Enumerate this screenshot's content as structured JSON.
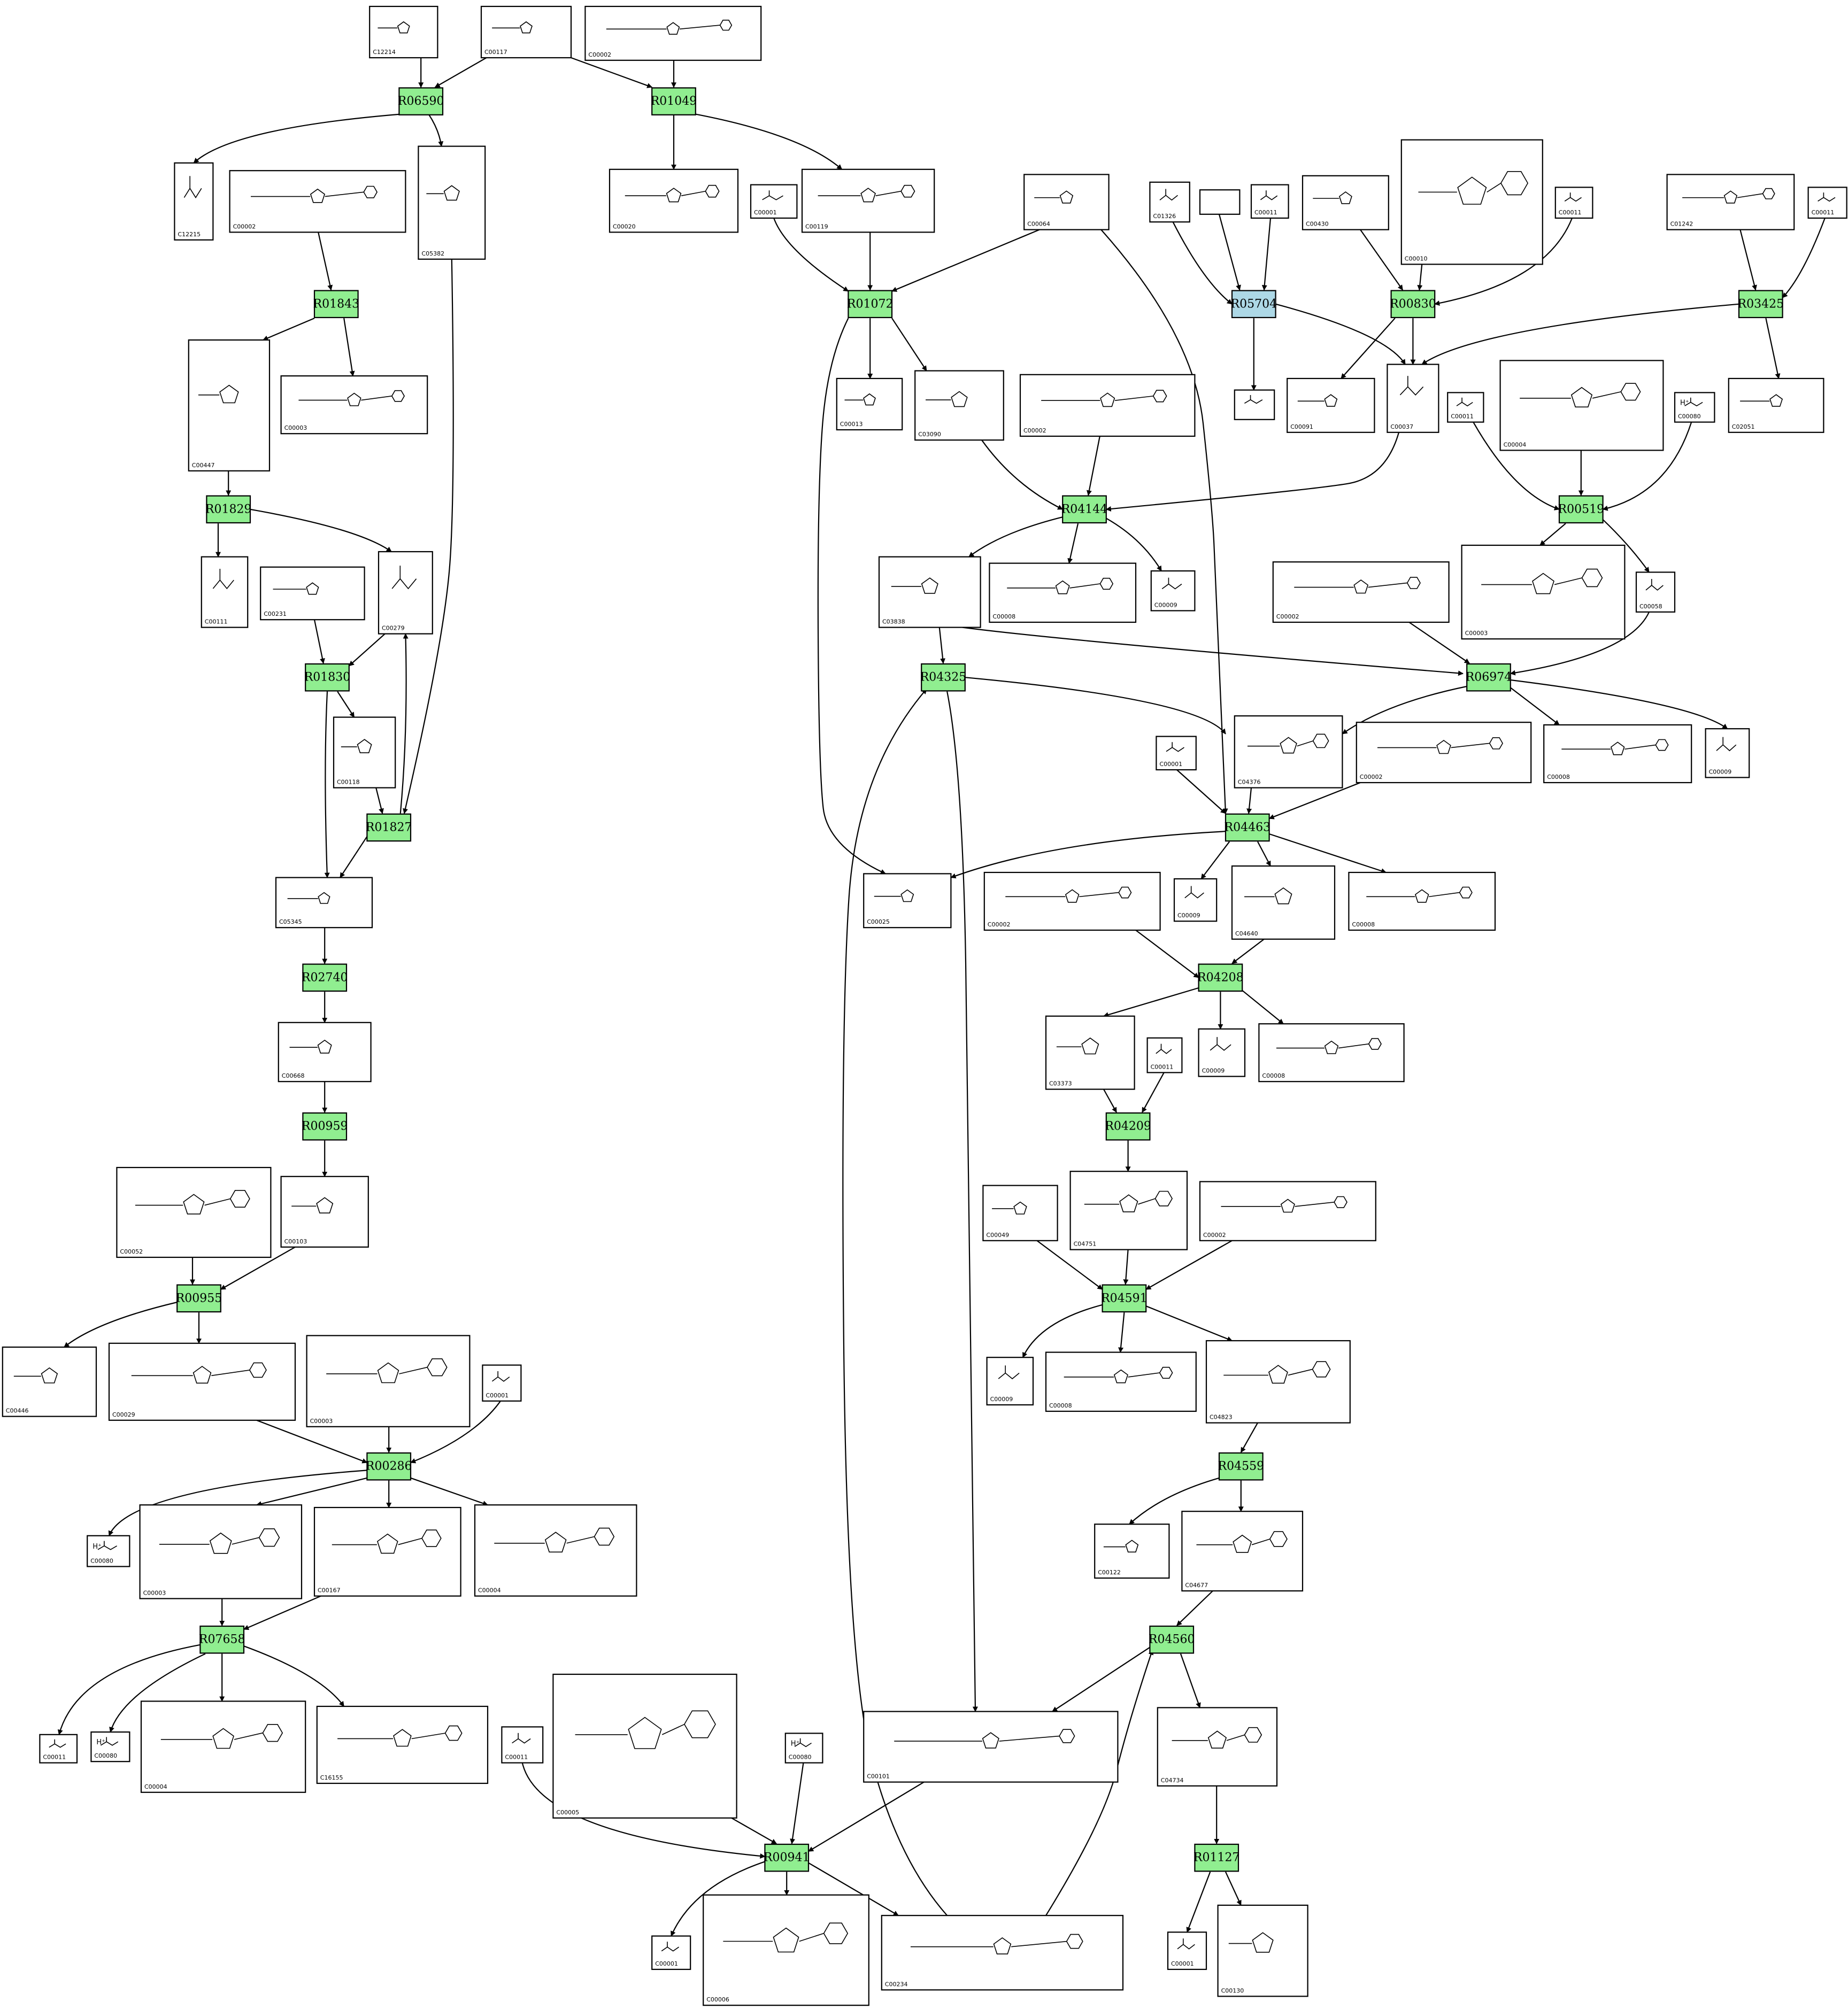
{
  "colors": {
    "reaction_fill": "#90ee90",
    "reaction_highlight_fill": "#add8e6",
    "compound_fill": "#ffffff",
    "stroke": "#000000"
  },
  "ions": {
    "C00080": "H⁺"
  },
  "reactions": [
    {
      "id": "R06590"
    },
    {
      "id": "R01049"
    },
    {
      "id": "R01843"
    },
    {
      "id": "R01072"
    },
    {
      "id": "R05704",
      "highlight": true
    },
    {
      "id": "R00830"
    },
    {
      "id": "R03425"
    },
    {
      "id": "R01829"
    },
    {
      "id": "R04144"
    },
    {
      "id": "R00519"
    },
    {
      "id": "R01830"
    },
    {
      "id": "R04325"
    },
    {
      "id": "R06974"
    },
    {
      "id": "R01827"
    },
    {
      "id": "R04463"
    },
    {
      "id": "R02740"
    },
    {
      "id": "R04208"
    },
    {
      "id": "R00959"
    },
    {
      "id": "R04209"
    },
    {
      "id": "R00955"
    },
    {
      "id": "R04591"
    },
    {
      "id": "R00286"
    },
    {
      "id": "R04559"
    },
    {
      "id": "R07658"
    },
    {
      "id": "R04560"
    },
    {
      "id": "R00941"
    },
    {
      "id": "R01127"
    }
  ],
  "compounds": [
    {
      "key": "n1",
      "id": "C12214"
    },
    {
      "key": "n2",
      "id": "C00117"
    },
    {
      "key": "n3",
      "id": "C00002"
    },
    {
      "key": "n4",
      "id": "C12215"
    },
    {
      "key": "n5",
      "id": "C00002"
    },
    {
      "key": "n6",
      "id": "C05382"
    },
    {
      "key": "n7",
      "id": "C00020"
    },
    {
      "key": "n8",
      "id": "C00001"
    },
    {
      "key": "n9",
      "id": "C00119"
    },
    {
      "key": "n10",
      "id": "C00064"
    },
    {
      "key": "n11",
      "id": "C01326"
    },
    {
      "key": "n12",
      "id": ""
    },
    {
      "key": "n13",
      "id": "C00011"
    },
    {
      "key": "n14",
      "id": "C00430"
    },
    {
      "key": "n15",
      "id": "C00010"
    },
    {
      "key": "n16",
      "id": "C00011"
    },
    {
      "key": "n17",
      "id": "C01242"
    },
    {
      "key": "n18",
      "id": "C00011"
    },
    {
      "key": "n19",
      "id": "C00447"
    },
    {
      "key": "n20",
      "id": "C00003"
    },
    {
      "key": "n21",
      "id": "C00013"
    },
    {
      "key": "n22",
      "id": "C03090"
    },
    {
      "key": "n23",
      "id": "C00002"
    },
    {
      "key": "n24",
      "id": ""
    },
    {
      "key": "n25",
      "id": "C00091"
    },
    {
      "key": "n26",
      "id": "C00037"
    },
    {
      "key": "n27",
      "id": "C00011"
    },
    {
      "key": "n28",
      "id": "C00004"
    },
    {
      "key": "n29",
      "id": "C00080"
    },
    {
      "key": "n30",
      "id": "C02051"
    },
    {
      "key": "n31",
      "id": "C00111"
    },
    {
      "key": "n32",
      "id": "C00231"
    },
    {
      "key": "n33",
      "id": "C00279"
    },
    {
      "key": "n34",
      "id": "C03838"
    },
    {
      "key": "n35",
      "id": "C00008"
    },
    {
      "key": "n36",
      "id": "C00009"
    },
    {
      "key": "n37",
      "id": "C00002"
    },
    {
      "key": "n38",
      "id": "C00003"
    },
    {
      "key": "n39",
      "id": "C00058"
    },
    {
      "key": "n40",
      "id": "C00118"
    },
    {
      "key": "n41",
      "id": "C00001"
    },
    {
      "key": "n42",
      "id": "C04376"
    },
    {
      "key": "n43",
      "id": "C00002"
    },
    {
      "key": "n44",
      "id": "C00008"
    },
    {
      "key": "n45",
      "id": "C00009"
    },
    {
      "key": "n46",
      "id": "C05345"
    },
    {
      "key": "n47",
      "id": "C00025"
    },
    {
      "key": "n48",
      "id": "C00002"
    },
    {
      "key": "n49",
      "id": "C00009"
    },
    {
      "key": "n50",
      "id": "C04640"
    },
    {
      "key": "n51",
      "id": "C00008"
    },
    {
      "key": "n52",
      "id": "C00668"
    },
    {
      "key": "n53",
      "id": "C03373"
    },
    {
      "key": "n54",
      "id": "C00011"
    },
    {
      "key": "n55",
      "id": "C00009"
    },
    {
      "key": "n56",
      "id": "C00008"
    },
    {
      "key": "n57",
      "id": "C00052"
    },
    {
      "key": "n58",
      "id": "C00103"
    },
    {
      "key": "n59",
      "id": "C00049"
    },
    {
      "key": "n60",
      "id": "C04751"
    },
    {
      "key": "n61",
      "id": "C00002"
    },
    {
      "key": "n62",
      "id": "C00446"
    },
    {
      "key": "n63",
      "id": "C00029"
    },
    {
      "key": "n64",
      "id": "C00003"
    },
    {
      "key": "n65",
      "id": "C00001"
    },
    {
      "key": "n66",
      "id": "C00009"
    },
    {
      "key": "n67",
      "id": "C00008"
    },
    {
      "key": "n68",
      "id": "C04823"
    },
    {
      "key": "n69",
      "id": "C00080"
    },
    {
      "key": "n70",
      "id": "C00003"
    },
    {
      "key": "n71",
      "id": "C00167"
    },
    {
      "key": "n72",
      "id": "C00004"
    },
    {
      "key": "n73",
      "id": "C00122"
    },
    {
      "key": "n74",
      "id": "C04677"
    },
    {
      "key": "n75",
      "id": "C00005"
    },
    {
      "key": "n76",
      "id": "C00011"
    },
    {
      "key": "n77",
      "id": "C00080"
    },
    {
      "key": "n78",
      "id": "C00101"
    },
    {
      "key": "n79",
      "id": "C00080"
    },
    {
      "key": "n80",
      "id": "C00011"
    },
    {
      "key": "n81",
      "id": "C00004"
    },
    {
      "key": "n82",
      "id": "C16155"
    },
    {
      "key": "n83",
      "id": "C04734"
    },
    {
      "key": "n84",
      "id": "C00001"
    },
    {
      "key": "n85",
      "id": "C00006"
    },
    {
      "key": "n86",
      "id": "C00234"
    },
    {
      "key": "n87",
      "id": "C00001"
    },
    {
      "key": "n88",
      "id": "C00130"
    }
  ]
}
